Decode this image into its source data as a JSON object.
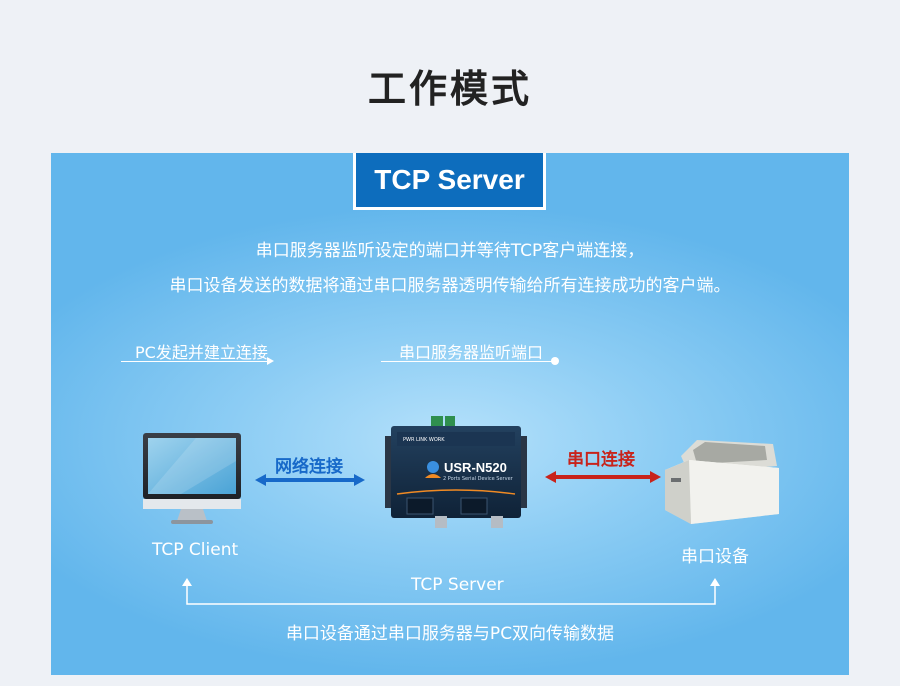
{
  "title": "工作模式",
  "mode": "TCP Server",
  "description": {
    "line1": "串口服务器监听设定的端口并等待TCP客户端连接，",
    "line2": "串口设备发送的数据将通过串口服务器透明传输给所有连接成功的客户端。"
  },
  "labels": {
    "pc_connect": "PC发起并建立连接",
    "server_listen": "串口服务器监听端口",
    "network_connection": "网络连接",
    "serial_connection": "串口连接",
    "tcp_client": "TCP Client",
    "serial_device": "串口设备",
    "tcp_server_bottom": "TCP Server",
    "bottom_note": "串口设备通过串口服务器与PC双向传输数据"
  },
  "device": {
    "model": "USR-N520",
    "subtitle": "2 Ports Serial Device Server"
  },
  "colors": {
    "network_arrow": "#1769c9",
    "serial_arrow": "#c8231b",
    "tag_bg": "#0d6dbd"
  }
}
